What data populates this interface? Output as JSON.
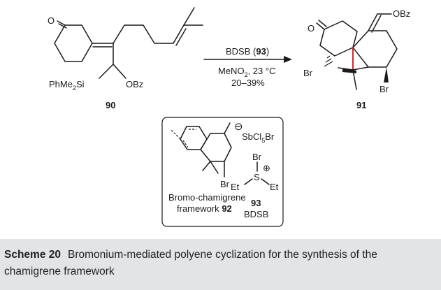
{
  "scheme": {
    "reagent": "BDSB",
    "reagent_compound": "93",
    "solvent": "MeNO",
    "solvent_sub": "2",
    "temperature": ", 23 °C",
    "yield": "20–39%",
    "reactant": {
      "label": "90",
      "ketone_o": "O",
      "silyl_prefix": "PhMe",
      "silyl_sub": "2",
      "silyl_suffix": "Si",
      "ester": "OBz"
    },
    "product": {
      "label": "91",
      "ketone_o": "O",
      "ester": "OBz",
      "bromo_left": "Br",
      "bromo_right": "Br"
    },
    "framework": {
      "bromo": "Br",
      "name_line1": "Bromo-chamigrene",
      "name_line2": "framework",
      "label": "92"
    },
    "counterion": {
      "charge": "⊖",
      "prefix": "SbCl",
      "sub": "5",
      "suffix": "Br"
    },
    "bdsb_structure": {
      "bromo": "Br",
      "charge": "⊕",
      "sulfur": "S",
      "ethyl_left": "Et",
      "ethyl_right": "Et",
      "label": "93",
      "name": "BDSB"
    }
  },
  "caption": {
    "label": "Scheme 20",
    "text": "Bromonium-mediated polyene cyclization for the synthesis of the chamigrene framework"
  }
}
